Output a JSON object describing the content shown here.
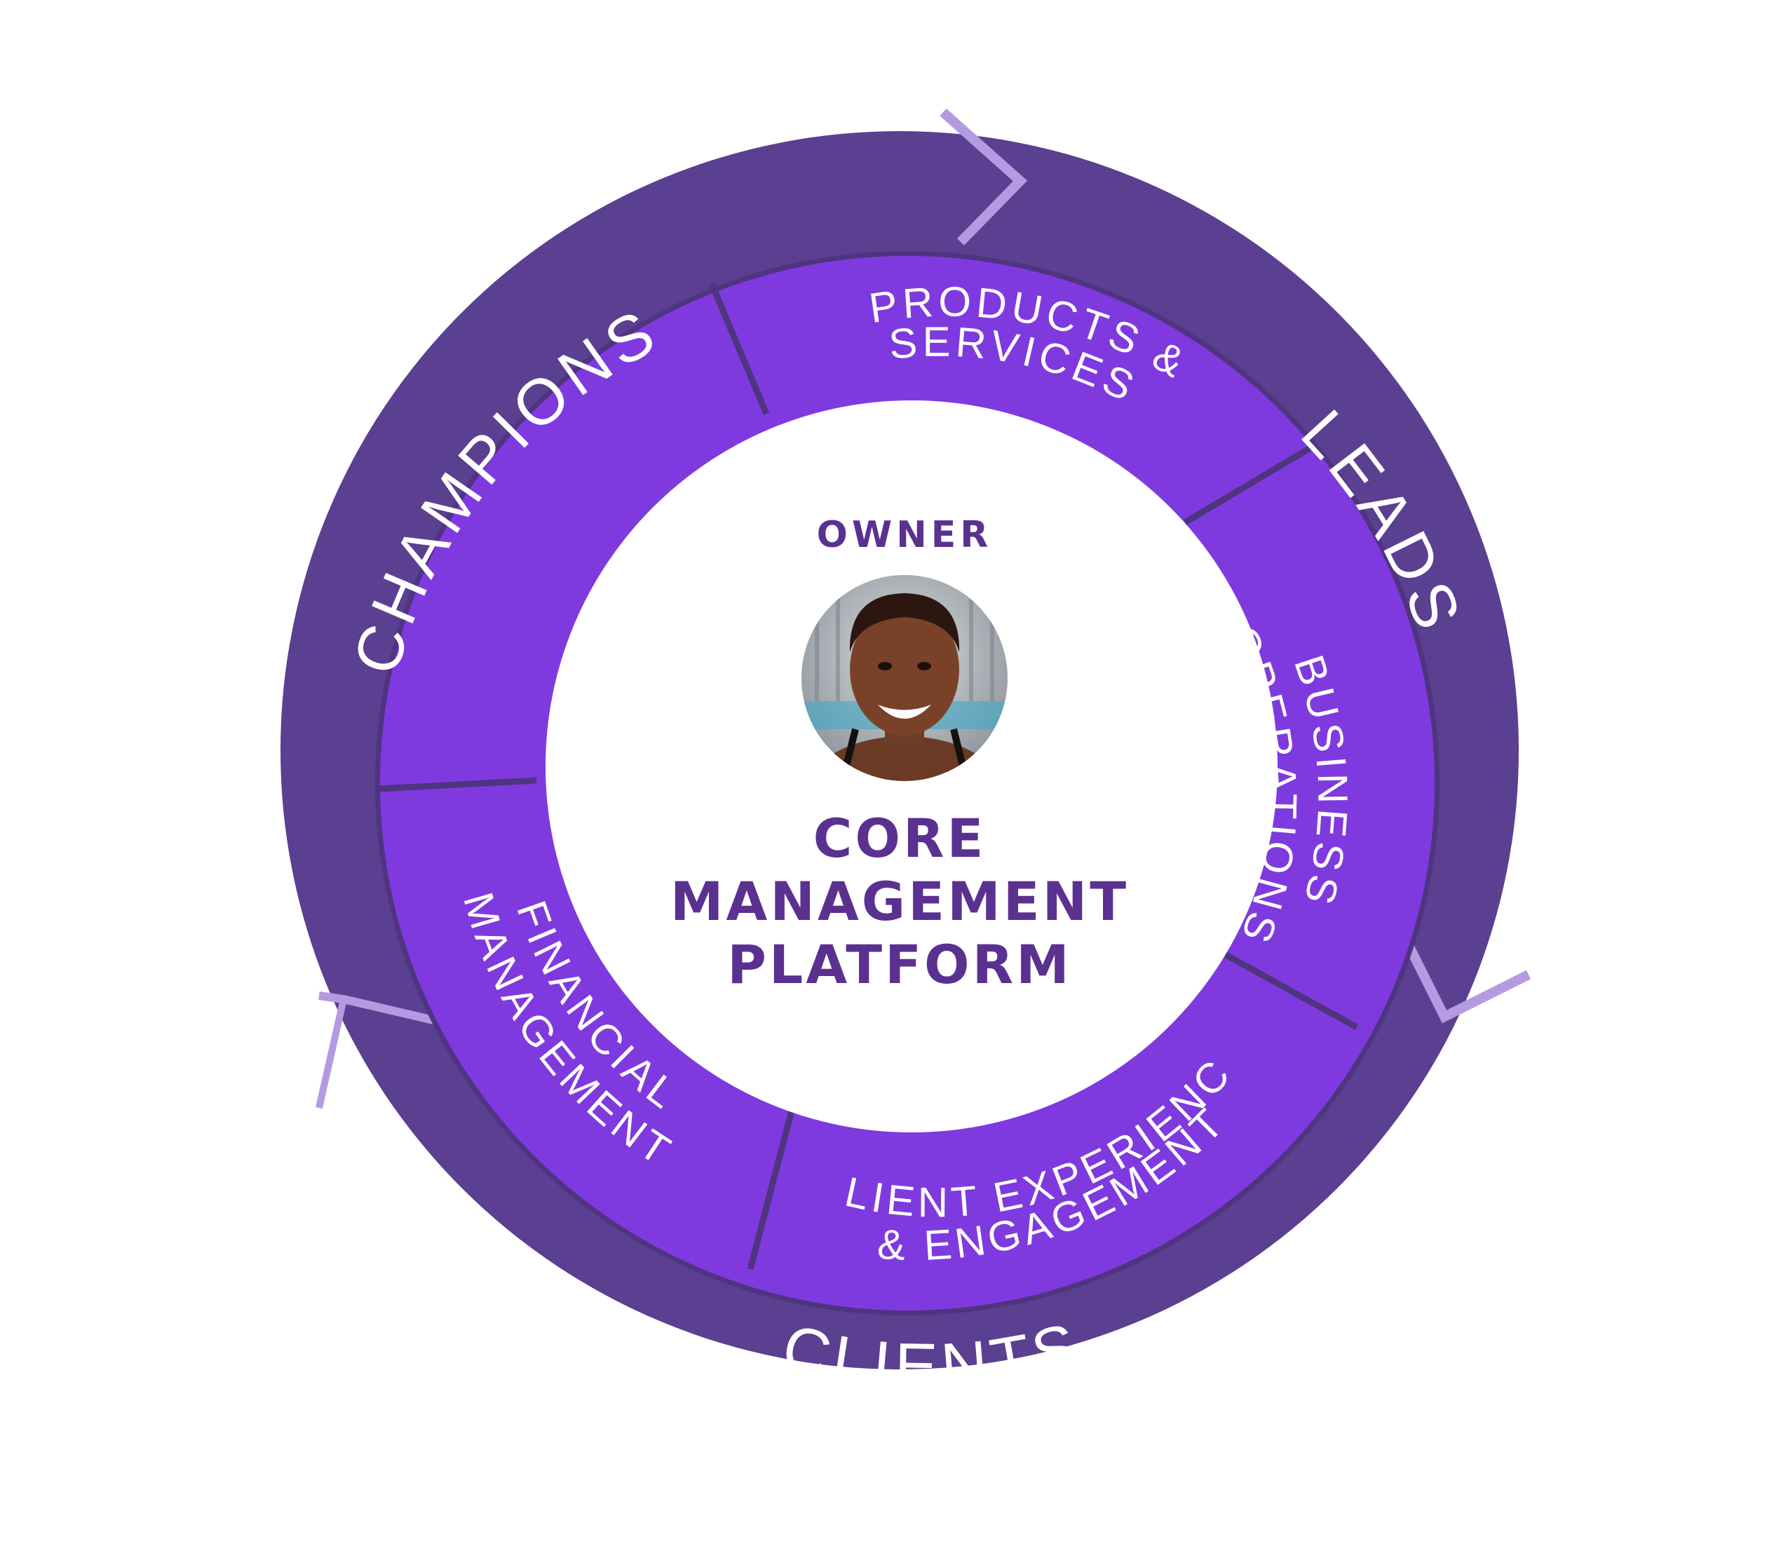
{
  "center": {
    "role": "OWNER",
    "title_lines": [
      "CORE",
      "MANAGEMENT",
      "PLATFORM"
    ],
    "photo_icon": "person-avatar"
  },
  "outer_ring": [
    {
      "label": "CHAMPIONS"
    },
    {
      "label": "LEADS"
    },
    {
      "label": "CLIENTS"
    }
  ],
  "inner_ring": [
    {
      "lines": [
        "PRODUCTS &",
        "SERVICES"
      ]
    },
    {
      "lines": [
        "BUSINESS",
        "OPERATIONS"
      ]
    },
    {
      "lines": [
        "CLIENT EXPERIENCE",
        "& ENGAGEMENT"
      ]
    },
    {
      "lines": [
        "FINANCIAL",
        "MANAGEMENT"
      ]
    },
    {
      "lines": []
    }
  ],
  "colors": {
    "outer_ring": "#5b3f90",
    "inner_ring": "#7f3adf",
    "arrow_highlight": "#b49ae0",
    "divider": "#4f3480",
    "title_text": "#5a3191",
    "label_text": "#ffffff"
  }
}
